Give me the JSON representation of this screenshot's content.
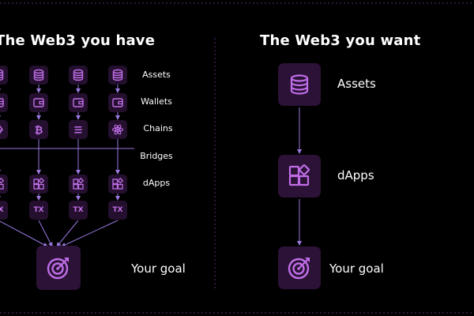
{
  "left_panel": {
    "title": "The Web3 you have",
    "row_labels": [
      "Assets",
      "Wallets",
      "Chains",
      "Bridges",
      "dApps"
    ],
    "tx_label": "TX",
    "goal_label": "Your goal",
    "chain_icons": [
      "ethereum-icon",
      "bitcoin-icon",
      "solana-icon",
      "cosmos-icon"
    ]
  },
  "right_panel": {
    "title": "The Web3 you want",
    "assets_label": "Assets",
    "dapps_label": "dApps",
    "goal_label": "Your goal"
  },
  "colors": {
    "background": "#000000",
    "box": "#24102e",
    "accent": "#c06ee8",
    "connector": "#9a78e0",
    "text": "#ffffff"
  }
}
